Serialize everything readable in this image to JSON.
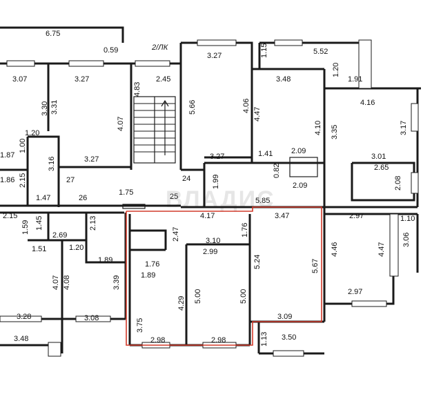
{
  "plan": {
    "section_tag": "2/ЛК",
    "watermark": "ВЛАДИС",
    "dimensions": {
      "d_6_75": "6.75",
      "d_0_59": "0.59",
      "d_3_07": "3.07",
      "d_3_27_a": "3.27",
      "d_3_30": "3.30",
      "d_3_31": "3.31",
      "d_4_07_a": "4.07",
      "d_3_27_b": "3.27",
      "d_1_20_a": "1.20",
      "d_1_00": "1.00",
      "d_1_87": "1.87",
      "d_3_16": "3.16",
      "d_1_86": "1.86",
      "d_2_15_a": "2.15",
      "d_27": "27",
      "d_1_47": "1.47",
      "d_26": "26",
      "d_1_75": "1.75",
      "d_25": "25",
      "d_2_15_b": "2.15",
      "d_1_59": "1.59",
      "d_1_45": "1.45",
      "d_2_69": "2.69",
      "d_2_13": "2.13",
      "d_1_51": "1.51",
      "d_1_20_b": "1.20",
      "d_1_89_a": "1.89",
      "d_4_07_b": "4.07",
      "d_4_08": "4.08",
      "d_3_39": "3.39",
      "d_3_28": "3.28",
      "d_3_08": "3.08",
      "d_3_48_a": "3.48",
      "d_4_83": "4.83",
      "d_2_45": "2.45",
      "d_24": "24",
      "d_3_27_c": "3.27",
      "d_5_66": "5.66",
      "d_4_06": "4.06",
      "d_3_27_d": "3.27",
      "d_1_99": "1.99",
      "d_1_15": "1.15",
      "d_5_52": "5.52",
      "d_3_48_b": "3.48",
      "d_1_20_c": "1.20",
      "d_1_91": "1.91",
      "d_4_47_a": "4.47",
      "d_4_10": "4.10",
      "d_1_41": "1.41",
      "d_2_09_a": "2.09",
      "d_0_82": "0.82",
      "d_2_09_b": "2.09",
      "d_4_16": "4.16",
      "d_3_35": "3.35",
      "d_3_17": "3.17",
      "d_3_01": "3.01",
      "d_2_65": "2.65",
      "d_2_08": "2.08",
      "d_5_85": "5.85",
      "d_4_17": "4.17",
      "d_2_47": "2.47",
      "d_1_76_a": "1.76",
      "d_3_10": "3.10",
      "d_2_99": "2.99",
      "d_1_76_b": "1.76",
      "d_1_89_b": "1.89",
      "d_3_47": "3.47",
      "d_5_24": "5.24",
      "d_5_67": "5.67",
      "d_4_29": "4.29",
      "d_5_00_a": "5.00",
      "d_5_00_b": "5.00",
      "d_3_75": "3.75",
      "d_2_98_a": "2.98",
      "d_2_98_b": "2.98",
      "d_3_09": "3.09",
      "d_1_13": "1.13",
      "d_3_50": "3.50",
      "d_2_97_a": "2.97",
      "d_1_10": "1.10",
      "d_4_46": "4.46",
      "d_4_47_b": "4.47",
      "d_3_06": "3.06",
      "d_2_97_b": "2.97"
    }
  }
}
